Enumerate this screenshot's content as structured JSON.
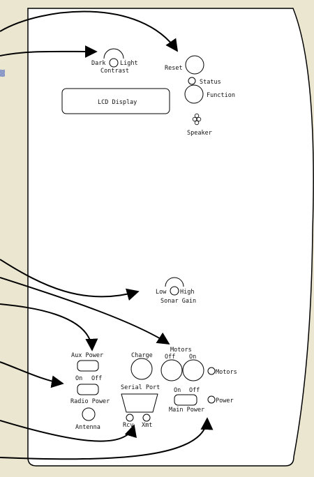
{
  "panel": {
    "contrast": {
      "dark": "Dark",
      "light": "Light",
      "title": "Contrast"
    },
    "lcd": "LCD Display",
    "reset": "Reset",
    "status": "Status",
    "function": "Function",
    "speaker": "Speaker",
    "sonar": {
      "low": "Low",
      "high": "High",
      "title": "Sonar Gain"
    },
    "aux_power": "Aux Power",
    "charge": "Charge",
    "motors_group": {
      "title": "Motors",
      "off": "Off",
      "on": "On"
    },
    "motors_led": "Motors",
    "radio": {
      "on": "On",
      "off": "Off",
      "title": "Radio Power"
    },
    "serial": {
      "title": "Serial Port",
      "rcv": "Rcv",
      "xmt": "Xmt"
    },
    "main": {
      "on": "On",
      "off": "Off",
      "title": "Main Power"
    },
    "power_led": "Power",
    "antenna": "Antenna"
  },
  "colors": {
    "background": "#ebe6cf",
    "panel": "#ffffff",
    "line": "#000000",
    "marker": "#2f4fbf"
  }
}
